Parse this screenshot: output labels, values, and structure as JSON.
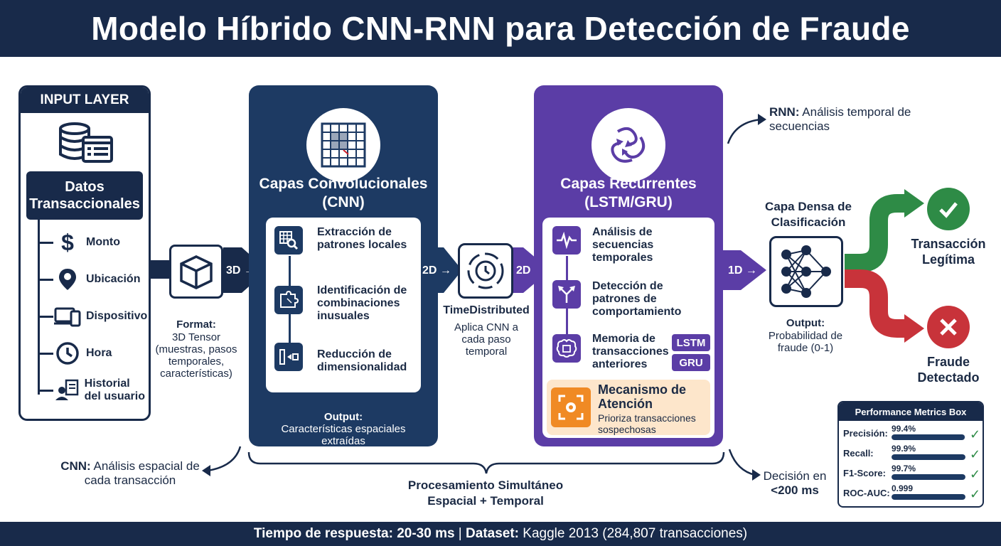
{
  "title": "Modelo Híbrido CNN-RNN para Detección de Fraude",
  "input": {
    "header": "INPUT LAYER",
    "box_title": "Datos Transaccionales",
    "features": [
      "Monto",
      "Ubicación",
      "Dispositivo",
      "Hora",
      "Historial del usuario"
    ],
    "feature_icons": [
      "dollar-icon",
      "location-pin-icon",
      "devices-icon",
      "clock-icon",
      "user-history-icon"
    ]
  },
  "tensor": {
    "dim_label": "3D →",
    "format_title": "Format:",
    "format_desc": "3D Tensor (muestras, pasos temporales, características)"
  },
  "cnn": {
    "title": "Capas Convolucionales (CNN)",
    "steps": [
      "Extracción de patrones locales",
      "Identificación de combinaciones inusuales",
      "Reducción de dimensionalidad"
    ],
    "output_title": "Output:",
    "output_desc": "Características espaciales extraídas",
    "side_label_bold": "CNN:",
    "side_label": " Análisis espacial de cada transacción"
  },
  "timedistributed": {
    "in_label": "2D →",
    "out_label": "2D →",
    "title": "TimeDistributed",
    "desc": "Aplica CNN a cada paso temporal"
  },
  "rnn": {
    "title": "Capas Recurrentes (LSTM/GRU)",
    "steps": [
      "Análisis de secuencias temporales",
      "Detección de patrones de comportamiento",
      "Memoria de transacciones anteriores"
    ],
    "chips": [
      "LSTM",
      "GRU"
    ],
    "attention_title": "Mecanismo de Atención",
    "attention_desc": "Prioriza transacciones sospechosas",
    "side_label_bold": "RNN:",
    "side_label": " Análisis temporal de secuencias"
  },
  "dense": {
    "in_label": "1D →",
    "title": "Capa Densa de Clasificación",
    "output_title": "Output:",
    "output_desc": "Probabilidad de fraude (0-1)"
  },
  "outcomes": {
    "legit": "Transacción Legítima",
    "fraud": "Fraude Detectado",
    "legit_color": "#2e8b46",
    "fraud_color": "#c8333a"
  },
  "bottom": {
    "brace_label": "Procesamiento Simultáneo Espacial + Temporal",
    "decision_pre": "Decisión en",
    "decision_val": "<200 ms"
  },
  "metrics": {
    "header": "Performance Metrics Box",
    "items": [
      {
        "name": "Precisión:",
        "value": "99.4%",
        "fraction": 0.994
      },
      {
        "name": "Recall:",
        "value": "99.9%",
        "fraction": 0.999
      },
      {
        "name": "F1-Score:",
        "value": "99.7%",
        "fraction": 0.997
      },
      {
        "name": "ROC-AUC:",
        "value": "0.999",
        "fraction": 0.999
      }
    ]
  },
  "footer": {
    "resp_bold": "Tiempo de respuesta: 20-30 ms",
    "sep": " | ",
    "dataset_bold": "Dataset:",
    "dataset": " Kaggle 2013 (284,807 transacciones)"
  },
  "colors": {
    "navy": "#182a4a",
    "cnn_blue": "#1d3a63",
    "rnn_purple": "#5b3da6",
    "attention_orange": "#f08a24"
  }
}
